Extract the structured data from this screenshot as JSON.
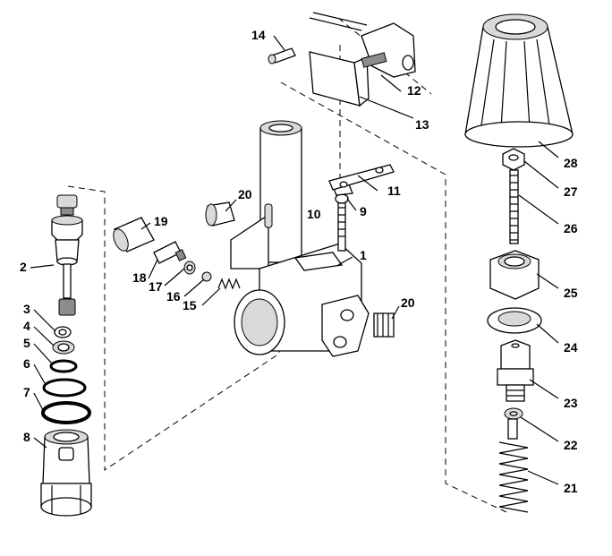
{
  "diagram": {
    "labels": {
      "p1": "1",
      "p2": "2",
      "p3": "3",
      "p4": "4",
      "p5": "5",
      "p6": "6",
      "p7": "7",
      "p8": "8",
      "p9": "9",
      "p10": "10",
      "p11": "11",
      "p12": "12",
      "p13": "13",
      "p14": "14",
      "p15": "15",
      "p16": "16",
      "p17": "17",
      "p18": "18",
      "p19": "19",
      "p20a": "20",
      "p20b": "20",
      "p21": "21",
      "p22": "22",
      "p23": "23",
      "p24": "24",
      "p25": "25",
      "p26": "26",
      "p27": "27",
      "p28": "28"
    }
  }
}
